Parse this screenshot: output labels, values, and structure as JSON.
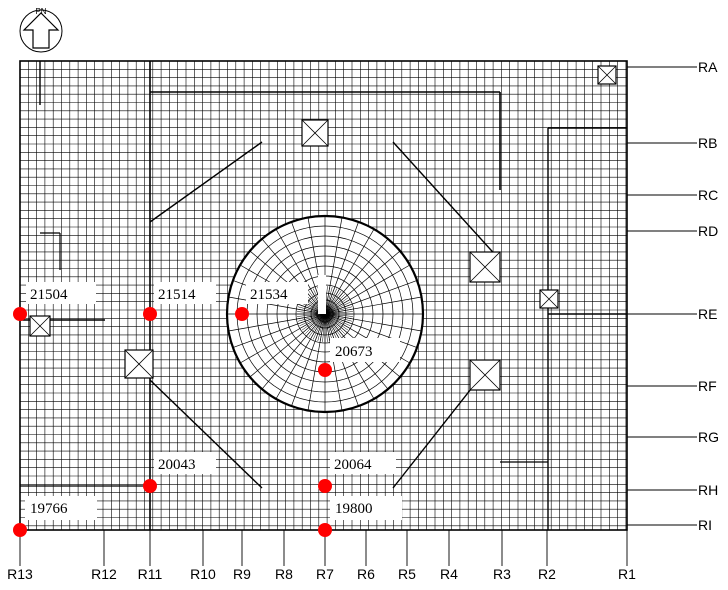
{
  "north_arrow": {
    "label": "PN"
  },
  "columns": [
    {
      "id": "R13"
    },
    {
      "id": "R12"
    },
    {
      "id": "R11"
    },
    {
      "id": "R10"
    },
    {
      "id": "R9"
    },
    {
      "id": "R8"
    },
    {
      "id": "R7"
    },
    {
      "id": "R6"
    },
    {
      "id": "R5"
    },
    {
      "id": "R4"
    },
    {
      "id": "R3"
    },
    {
      "id": "R2"
    },
    {
      "id": "R1"
    }
  ],
  "rows": [
    {
      "id": "RA"
    },
    {
      "id": "RB"
    },
    {
      "id": "RC"
    },
    {
      "id": "RD"
    },
    {
      "id": "RE"
    },
    {
      "id": "RF"
    },
    {
      "id": "RG"
    },
    {
      "id": "RH"
    },
    {
      "id": "RI"
    }
  ],
  "measurement_points": [
    {
      "value": "21504",
      "col": "R13",
      "row": "RE"
    },
    {
      "value": "21514",
      "col": "R11",
      "row": "RE"
    },
    {
      "value": "21534",
      "col": "R9",
      "row": "RE"
    },
    {
      "value": "20673",
      "col": "R7",
      "row": "RF"
    },
    {
      "value": "20043",
      "col": "R11",
      "row": "RH"
    },
    {
      "value": "20064",
      "col": "R7",
      "row": "RH"
    },
    {
      "value": "19766",
      "col": "R13",
      "row": "RI"
    },
    {
      "value": "19800",
      "col": "R7",
      "row": "RI"
    }
  ],
  "colors": {
    "point": "#ff0000",
    "mesh": "#000000",
    "background": "#ffffff"
  }
}
